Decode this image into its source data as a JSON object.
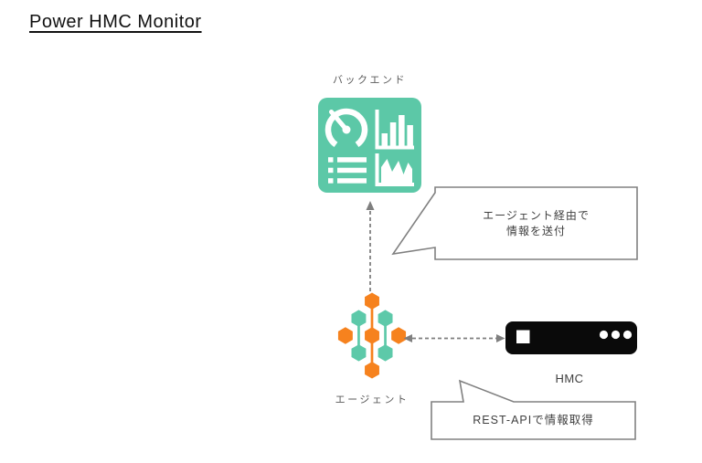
{
  "page": {
    "title": "Power HMC Monitor"
  },
  "colors": {
    "backend_green": "#5cc8a7",
    "agent_orange": "#f6821e",
    "agent_teal": "#5dc9a9",
    "server_black": "#0a0a0a",
    "connector_gray": "#7f7f7f",
    "bubble_border": "#808080",
    "label_gray": "#595959",
    "text_dark": "#3f3f3f"
  },
  "diagram": {
    "backend": {
      "label": "バックエンド",
      "icon": "dashboard-icon"
    },
    "agent": {
      "label": "エージェント",
      "icon": "telegraf-hexagon-icon"
    },
    "hmc": {
      "label": "HMC",
      "icon": "server-icon"
    },
    "callouts": [
      {
        "id": "send-via-agent",
        "lines": [
          "エージェント経由で",
          "情報を送付"
        ]
      },
      {
        "id": "rest-api",
        "lines": [
          "REST-APIで情報取得"
        ]
      }
    ],
    "connectors": [
      {
        "id": "agent-to-backend",
        "type": "dashed-arrow-up"
      },
      {
        "id": "agent-hmc",
        "type": "dashed-arrow-double"
      }
    ]
  }
}
